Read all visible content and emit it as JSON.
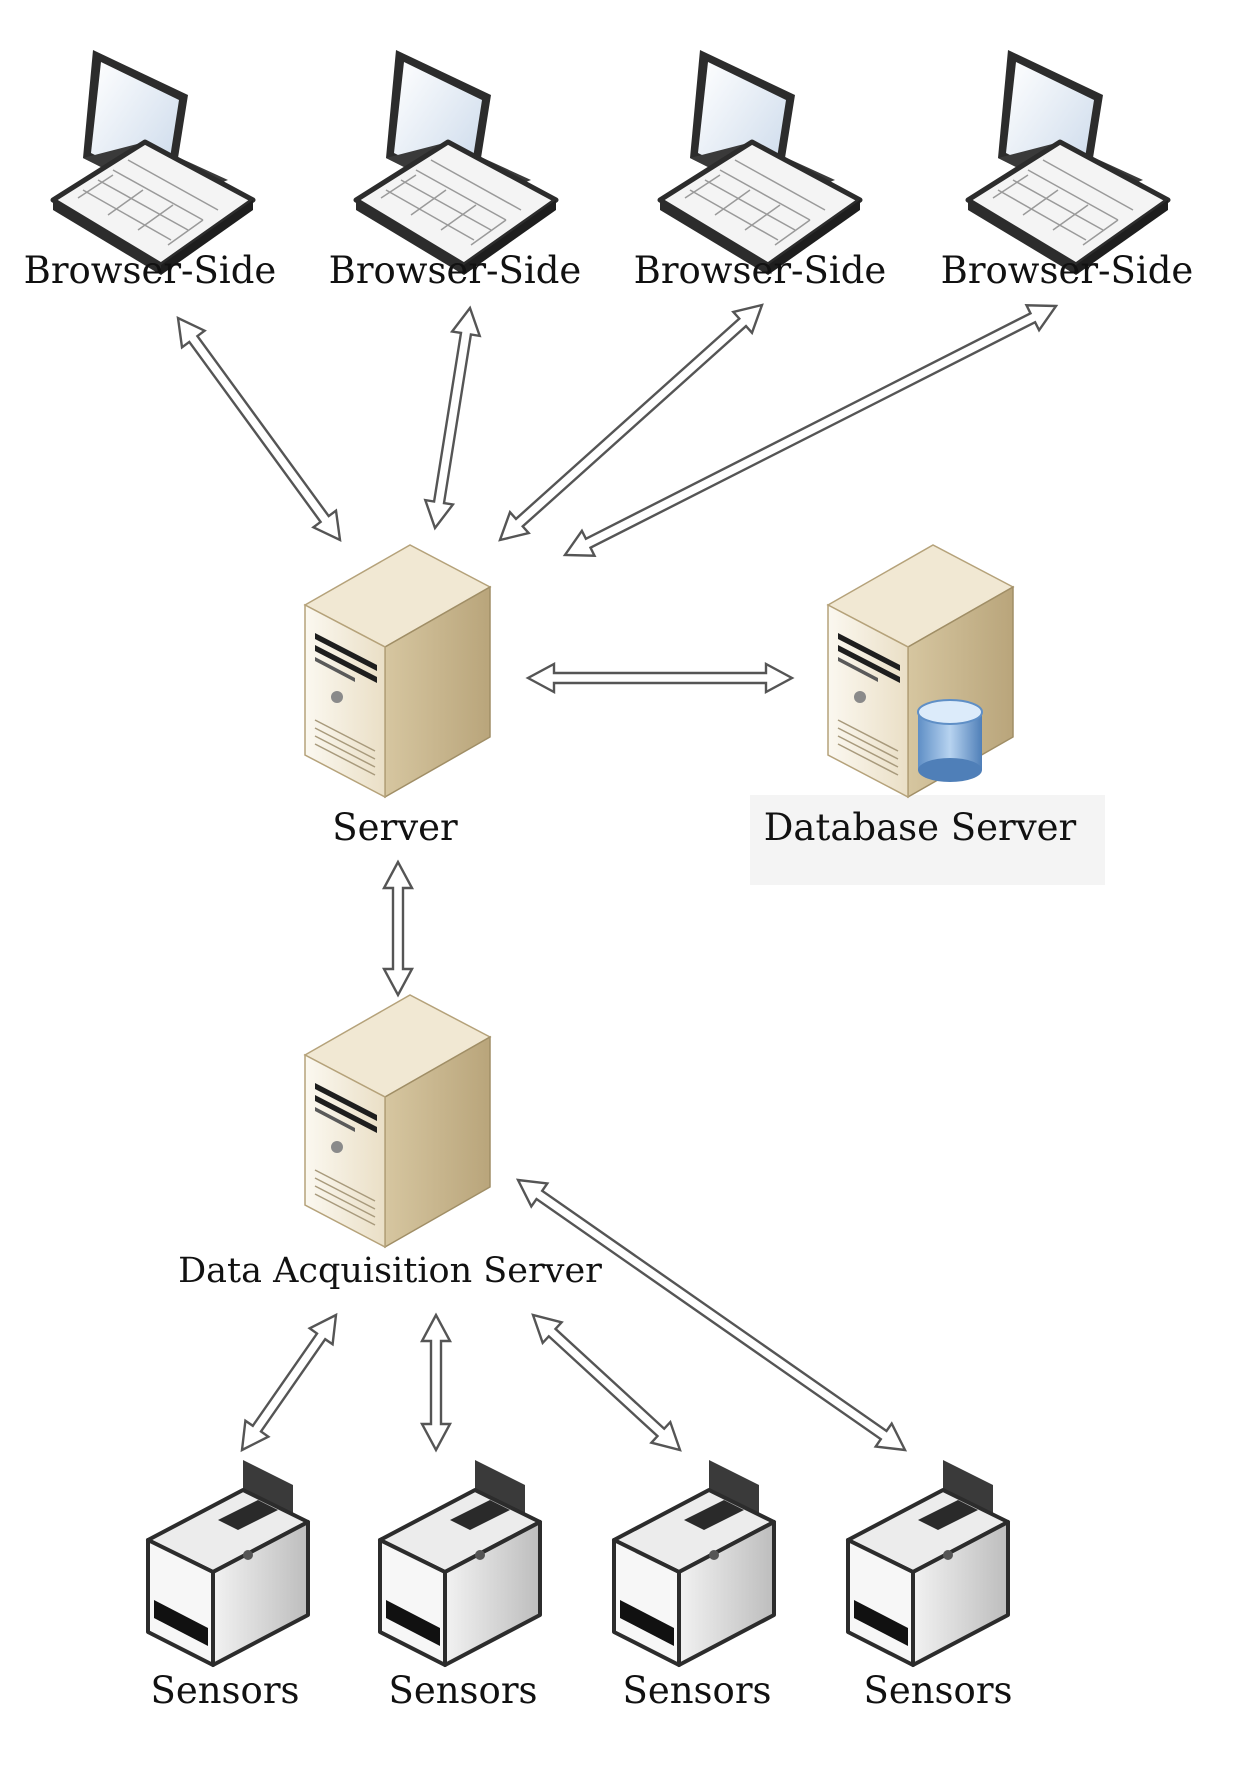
{
  "diagram": {
    "browsers": [
      "Browser-Side",
      "Browser-Side",
      "Browser-Side",
      "Browser-Side"
    ],
    "server": "Server",
    "database_server": "Database Server",
    "data_acquisition_server": "Data Acquisition Server",
    "sensors": [
      "Sensors",
      "Sensors",
      "Sensors",
      "Sensors"
    ]
  },
  "icons": {
    "browser": "laptop-icon",
    "server": "server-tower-icon",
    "database_server": "database-server-icon",
    "sensor": "sensor-device-icon"
  },
  "colors": {
    "server_body": "#e3d8bf",
    "server_front": "#f7f2e6",
    "database_cylinder": "#8fb4dc",
    "sensor_body": "#d9d9d9",
    "arrow_stroke": "#555555"
  }
}
